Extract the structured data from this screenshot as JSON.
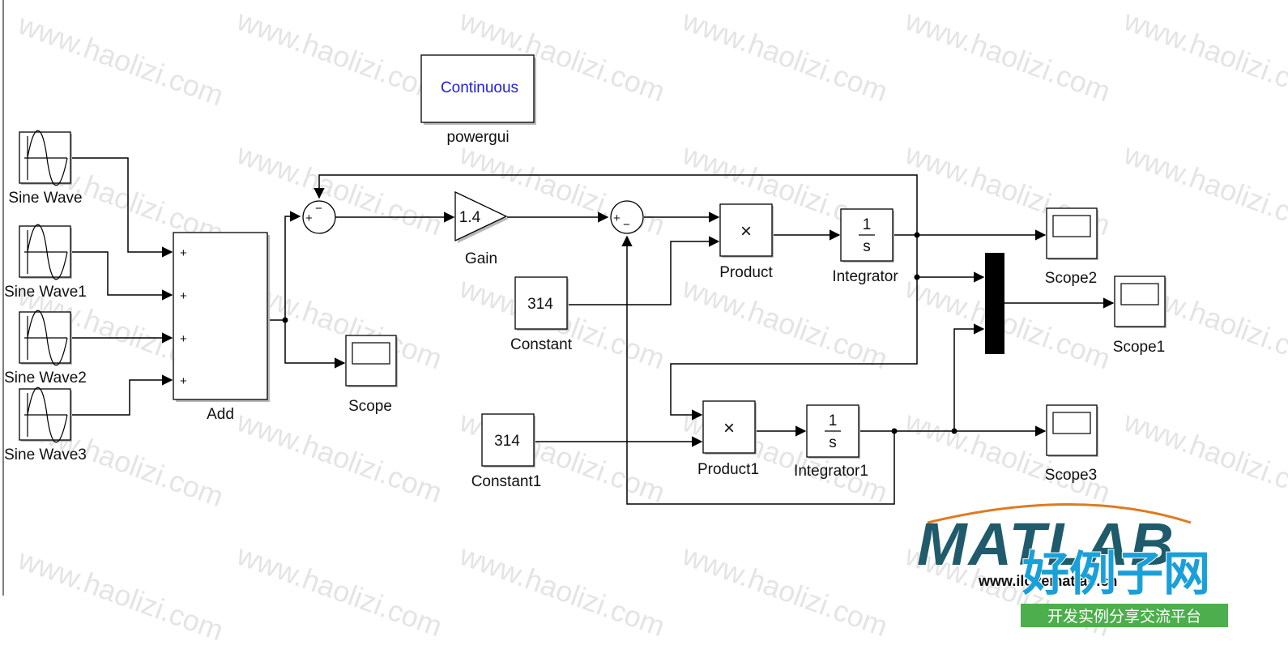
{
  "powergui": {
    "mode_text": "Continuous",
    "name": "powergui"
  },
  "sources": [
    {
      "name": "Sine Wave"
    },
    {
      "name": "Sine Wave1"
    },
    {
      "name": "Sine Wave2"
    },
    {
      "name": "Sine Wave3"
    }
  ],
  "add": {
    "name": "Add",
    "signs": [
      "+",
      "+",
      "+",
      "+"
    ]
  },
  "sum1": {
    "signs_top": "−",
    "signs_left": "+"
  },
  "sum2": {
    "signs_left": "+",
    "signs_bottom": "−"
  },
  "gain": {
    "name": "Gain",
    "value": "1.4"
  },
  "constants": [
    {
      "name": "Constant",
      "value": "314"
    },
    {
      "name": "Constant1",
      "value": "314"
    }
  ],
  "products": [
    {
      "name": "Product",
      "symbol": "×"
    },
    {
      "name": "Product1",
      "symbol": "×"
    }
  ],
  "integrators": [
    {
      "name": "Integrator",
      "num": "1",
      "den": "s"
    },
    {
      "name": "Integrator1",
      "num": "1",
      "den": "s"
    }
  ],
  "scopes": [
    {
      "name": "Scope"
    },
    {
      "name": "Scope1"
    },
    {
      "name": "Scope2"
    },
    {
      "name": "Scope3"
    }
  ],
  "watermark": {
    "text": "www.haolizi.com"
  },
  "logo": {
    "brand": "MATLAB",
    "site": "www.ilovematlab.cn",
    "cn_title": "好例子网",
    "cn_tagline": "开发实例分享交流平台",
    "colors": {
      "brand": "#1f5b6b",
      "cn_title": "#1aa0d8",
      "tagline_bg": "#4cae4c",
      "arc": "#e07a1f"
    }
  }
}
